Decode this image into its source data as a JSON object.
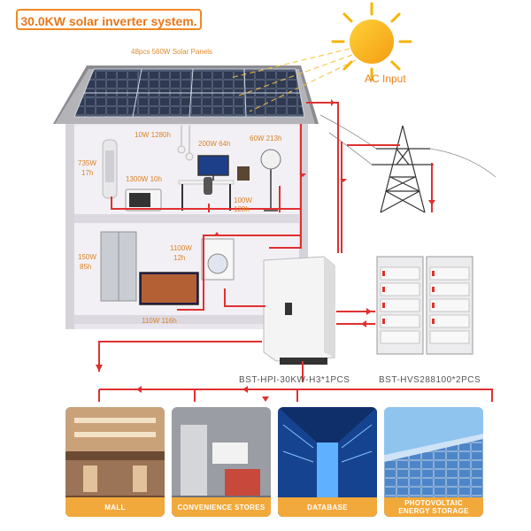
{
  "title": "30.0KW solar inverter system.",
  "panels_label": "48pcs 560W Solar Panels",
  "ac_input_label": "AC Input",
  "loads": {
    "lamp": "10W 1280h",
    "computer": "200W 64h",
    "fan": "60W 213h",
    "tower_fan_w": "735W",
    "tower_fan_h": "17h",
    "microwave": "1300W 10h",
    "speaker_w": "100W",
    "speaker_h": "128h",
    "fridge_w": "150W",
    "fridge_h": "85h",
    "washer_w": "1100W",
    "washer_h": "12h",
    "tv": "110W 116h"
  },
  "inverter_label": "BST-HPI-30KW-H3*1PCS",
  "battery_label": "BST-HVS288100*2PCS",
  "applications": [
    {
      "label": "MALL"
    },
    {
      "label": "CONVENIENCE STORES"
    },
    {
      "label": "DATABASE"
    },
    {
      "label_line1": "PHOTOVOLTAIC",
      "label_line2": "ENERGY STORAGE"
    }
  ],
  "colors": {
    "accent": "#f08a24",
    "wire": "#e03030",
    "house": "#9e9ea4",
    "card_caption": "#f2a93b"
  }
}
